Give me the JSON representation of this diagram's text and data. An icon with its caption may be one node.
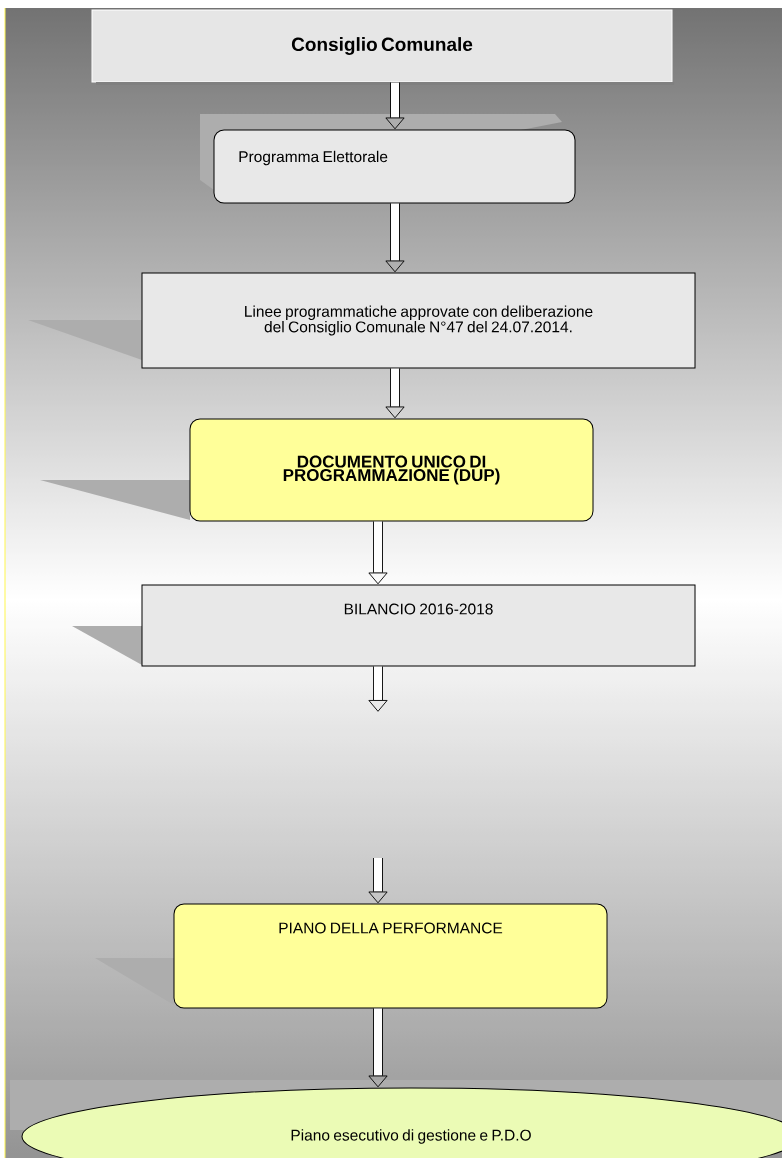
{
  "diagram": {
    "nodes": [
      {
        "text": [
          "Consiglio Comunale"
        ]
      },
      {
        "text": [
          "Programma Elettorale"
        ]
      },
      {
        "text": [
          "Linee programmatiche approvate con deliberazione del Consiglio Comunale  N°47 del 24.07.2014."
        ]
      },
      {
        "text": [
          "DOCUMENTO UNICO DI PROGRAMMAZIONE (DUP)"
        ]
      },
      {
        "text": [
          "BILANCIO 2016-2018"
        ]
      },
      {
        "text": [
          "PIANO DELLA PERFORMANCE"
        ]
      },
      {
        "text": [
          "Piano esecutivo di gestione e P.D.O"
        ]
      }
    ],
    "edges": [
      {
        "from": 0,
        "to": 1,
        "arrow": "to"
      },
      {
        "from": 1,
        "to": 2,
        "arrow": "to"
      },
      {
        "from": 2,
        "to": 3,
        "arrow": "to"
      },
      {
        "from": 3,
        "to": 4,
        "arrow": "to"
      },
      {
        "from": 4,
        "to": null,
        "arrow": "to"
      },
      {
        "from": null,
        "to": 5,
        "arrow": "to"
      },
      {
        "from": 5,
        "to": 6,
        "arrow": "to"
      }
    ]
  }
}
